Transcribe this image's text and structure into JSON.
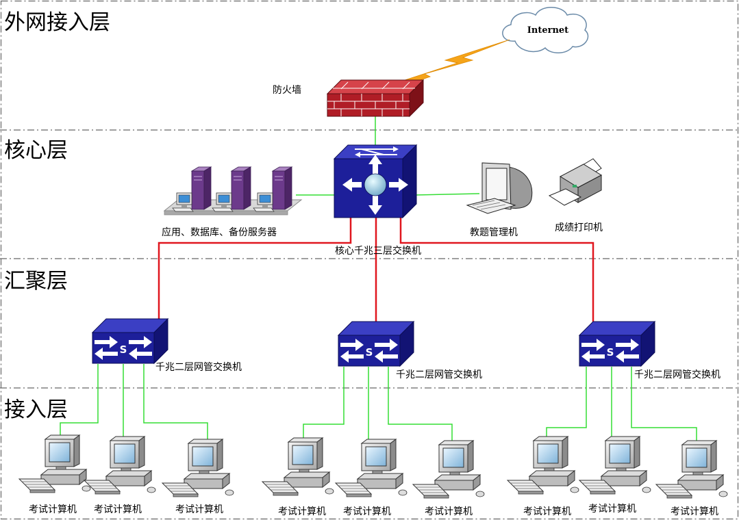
{
  "zones": [
    {
      "label": "外网接入层"
    },
    {
      "label": "核心层"
    },
    {
      "label": "汇聚层"
    },
    {
      "label": "接入层"
    }
  ],
  "nodes": {
    "internet": "Internet",
    "firewall": "防火墙",
    "core_switch": "核心千兆三层交换机",
    "servers": "应用、数据库、备份服务器",
    "admin_pc": "教题管理机",
    "printer": "成绩打印机",
    "agg_switches": [
      "千兆二层网管交换机",
      "千兆二层网管交换机",
      "千兆二层网管交换机"
    ],
    "switch_letter": "S",
    "exam_pcs": [
      "考试计算机",
      "考试计算机",
      "考试计算机",
      "考试计算机",
      "考试计算机",
      "考试计算机",
      "考试计算机",
      "考试计算机",
      "考试计算机"
    ]
  },
  "colors": {
    "uplink": "#e0161e",
    "access_link": "#33dd33",
    "wan_bolt": "#f5a41a",
    "firewall": "#b01d26",
    "switch": "#1d1f9a",
    "server": "#6c3a8b"
  }
}
